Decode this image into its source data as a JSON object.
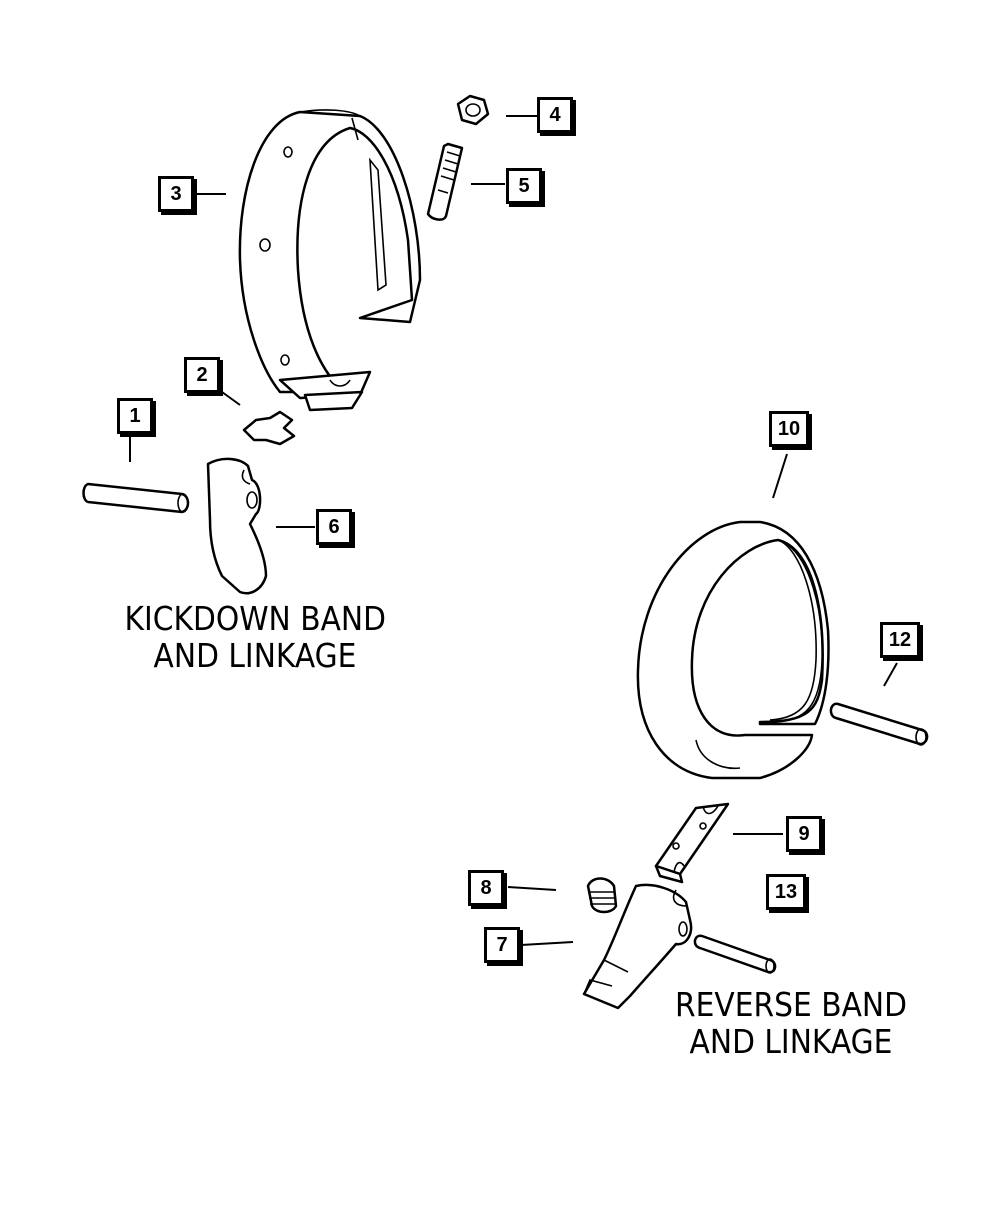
{
  "callouts": [
    {
      "label": "1"
    },
    {
      "label": "2"
    },
    {
      "label": "3"
    },
    {
      "label": "4"
    },
    {
      "label": "5"
    },
    {
      "label": "6"
    },
    {
      "label": "7"
    },
    {
      "label": "8"
    },
    {
      "label": "9"
    },
    {
      "label": "10"
    },
    {
      "label": "12"
    },
    {
      "label": "13"
    }
  ],
  "captions": {
    "kickdown": {
      "line1": "KICKDOWN BAND",
      "line2": "AND LINKAGE"
    },
    "reverse": {
      "line1": "REVERSE BAND",
      "line2": "AND LINKAGE"
    }
  }
}
